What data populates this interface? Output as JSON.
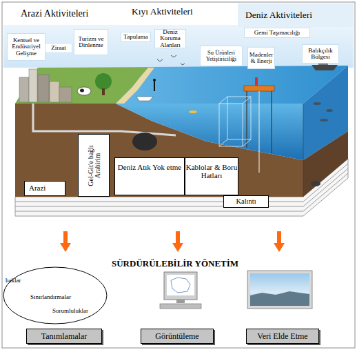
{
  "diagram": {
    "nodes": [
      {
        "text": [
          "Kentsel ve Endüstriyel Gelişme"
        ]
      },
      {
        "text": [
          "Ziraat"
        ]
      },
      {
        "text": [
          "Turizm ve Dinlenme"
        ]
      },
      {
        "text": [
          "Tapulama"
        ]
      },
      {
        "text": [
          "Deniz Koruma Alanları"
        ]
      },
      {
        "text": [
          "Su Ürünleri Yetiştiriciliği"
        ]
      },
      {
        "text": [
          "Gemi Taşımacılığı"
        ]
      },
      {
        "text": [
          "Madenler & Enerji"
        ]
      },
      {
        "text": [
          "Balıkçılık Bölgesi"
        ]
      },
      {
        "text": [
          "Arazi"
        ]
      },
      {
        "text": [
          "Gel-Git'e bağlı Arabirim"
        ]
      },
      {
        "text": [
          "Deniz Atık Yok etme"
        ]
      },
      {
        "text": [
          "Kablolar & Boru Hatları"
        ]
      },
      {
        "text": [
          "Kalıntı"
        ]
      },
      {
        "text": [
          "haklar",
          "Sınırlandırmalar",
          "Sorumluluklar"
        ]
      },
      {
        "text": [
          "Tanımlamalar"
        ]
      },
      {
        "text": [
          "Görüntüleme"
        ]
      },
      {
        "text": [
          "Veri Elde Etme"
        ]
      }
    ],
    "labels": [
      "Arazi Aktiviteleri",
      "Kıyı Aktiviteleri",
      "Deniz Aktiviteleri",
      "SÜRDÜRÜLEBİLİR YÖNETİM"
    ]
  }
}
